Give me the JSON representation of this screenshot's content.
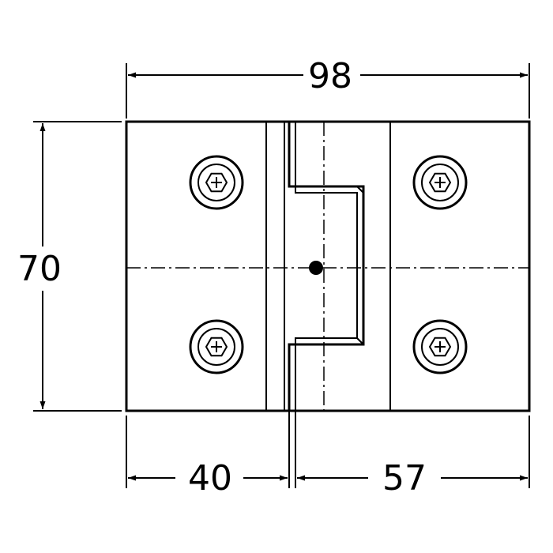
{
  "drawing": {
    "dimensions": {
      "overall_width": "98",
      "height": "70",
      "left_leaf_width": "40",
      "right_leaf_width": "57"
    }
  }
}
